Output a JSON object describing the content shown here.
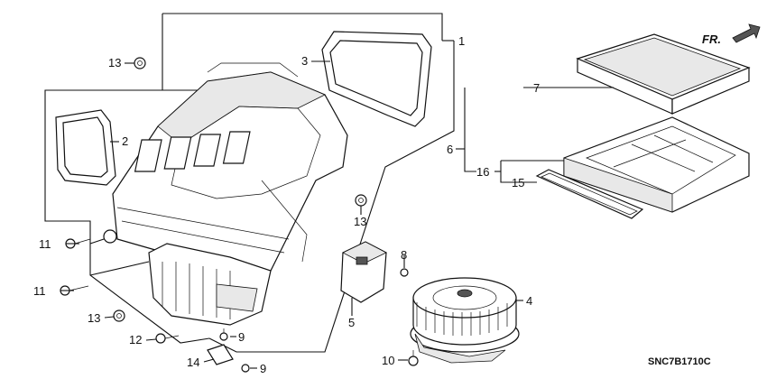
{
  "diagram": {
    "direction_label": "FR.",
    "drawing_code": "SNC7B1710C",
    "callouts": [
      "1",
      "2",
      "3",
      "4",
      "5",
      "6",
      "7",
      "8",
      "9",
      "9",
      "10",
      "11",
      "11",
      "12",
      "13",
      "13",
      "13",
      "14",
      "15",
      "16"
    ]
  }
}
